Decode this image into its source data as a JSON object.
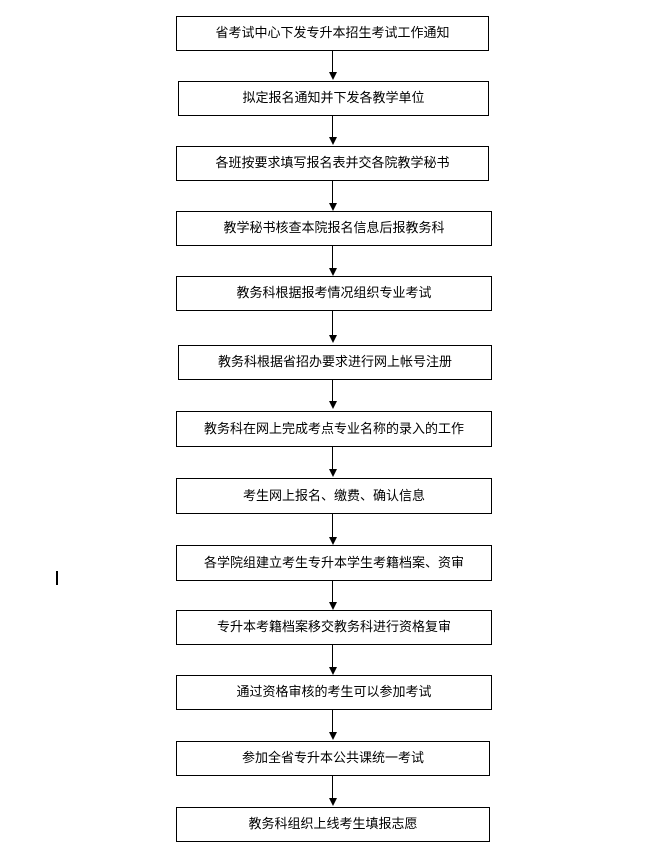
{
  "flowchart": {
    "steps": [
      {
        "label": "省考试中心下发专升本招生考试工作通知"
      },
      {
        "label": "拟定报名通知并下发各教学单位"
      },
      {
        "label": "各班按要求填写报名表并交各院教学秘书"
      },
      {
        "label": "教学秘书核查本院报名信息后报教务科"
      },
      {
        "label": "教务科根据报考情况组织专业考试"
      },
      {
        "label": "教务科根据省招办要求进行网上帐号注册"
      },
      {
        "label": "教务科在网上完成考点专业名称的录入的工作"
      },
      {
        "label": "考生网上报名、缴费、确认信息"
      },
      {
        "label": "各学院组建立考生专升本学生考籍档案、资审"
      },
      {
        "label": "专升本考籍档案移交教务科进行资格复审"
      },
      {
        "label": "通过资格审核的考生可以参加考试"
      },
      {
        "label": "参加全省专升本公共课统一考试"
      },
      {
        "label": "教务科组织上线考生填报志愿"
      }
    ]
  }
}
